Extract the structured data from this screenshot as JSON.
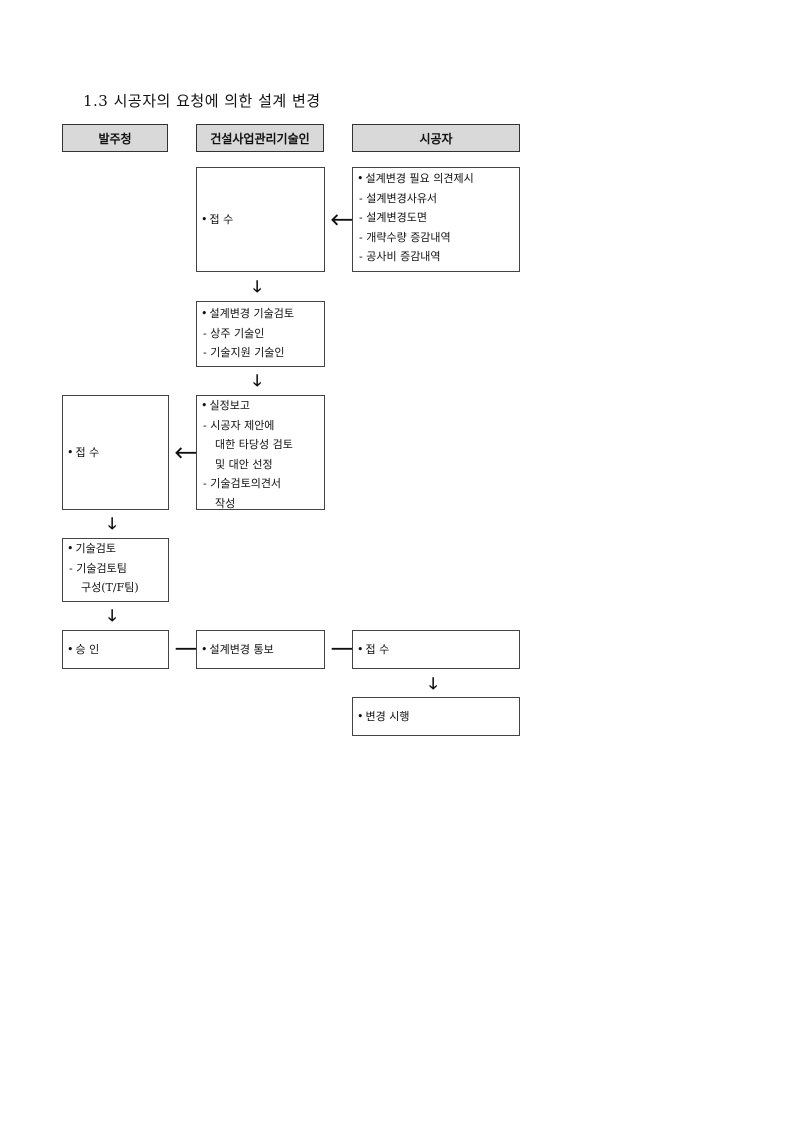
{
  "title": "1.3 시공자의 요청에 의한 설계 변경",
  "headers": {
    "owner": "발주청",
    "supervisor": "건설사업관리기술인",
    "contractor": "시공자"
  },
  "contractor_request": {
    "main": "설계변경 필요 의견제시",
    "items": [
      "- 설계변경사유서",
      "- 설계변경도면",
      "- 개략수량 증감내역",
      "- 공사비 증감내역"
    ]
  },
  "supervisor_receipt": {
    "main": "접   수"
  },
  "supervisor_review": {
    "main": "설계변경 기술검토",
    "items": [
      "-  상주 기술인",
      "-  기술지원 기술인"
    ]
  },
  "supervisor_report": {
    "main": "실정보고",
    "items": [
      "-  시공자 제안에",
      "대한 타당성 검토",
      "및 대안 선정",
      "-  기술검토의견서",
      "작성"
    ]
  },
  "owner_receipt": {
    "main": "접 수"
  },
  "owner_review": {
    "main": "기술검토",
    "items": [
      "-  기술검토팀",
      "구성(T/F팀)"
    ]
  },
  "owner_approval": {
    "main": "승 인"
  },
  "supervisor_notice": {
    "main": "설계변경 통보"
  },
  "contractor_receipt": {
    "main": "접 수"
  },
  "contractor_execute": {
    "main": "변경 시행"
  },
  "arrows": {
    "left": "🡐",
    "right": "🡒",
    "down": "🡓"
  }
}
